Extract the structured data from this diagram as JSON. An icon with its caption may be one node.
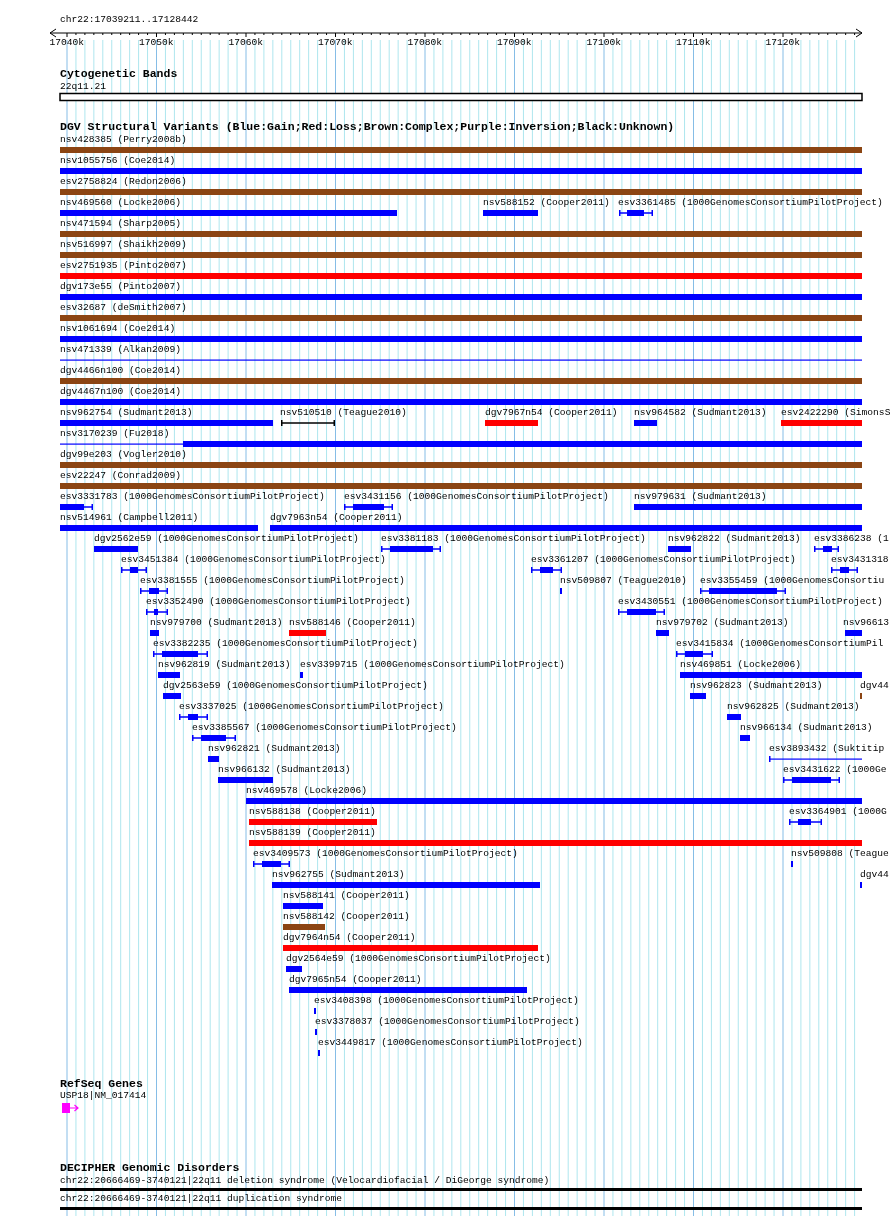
{
  "diagram": {
    "labels": [
      "chr22:17039211..17128442",
      "17040k",
      "17050k",
      "17060k",
      "17070k",
      "17080k",
      "17090k",
      "17100k",
      "17110k",
      "17120k",
      "Cytogenetic Bands",
      "22q11.21",
      "DGV Structural Variants (Blue:Gain;Red:Loss;Brown:Complex;Purple:Inversion;Black:Unknown)",
      "nsv428385 (Perry2008b)",
      "nsv1055756 (Coe2014)",
      "esv2758824 (Redon2006)",
      "nsv469560 (Locke2006)",
      "nsv588152 (Cooper2011)",
      "esv3361485 (1000GenomesConsortiumPilotProject)",
      "nsv471594 (Sharp2005)",
      "nsv516997 (Shaikh2009)",
      "esv2751935 (Pinto2007)",
      "dgv173e55 (Pinto2007)",
      "esv32687 (deSmith2007)",
      "nsv1061694 (Coe2014)",
      "nsv471339 (Alkan2009)",
      "dgv4466n100 (Coe2014)",
      "dgv4467n100 (Coe2014)",
      "nsv962754 (Sudmant2013)",
      "nsv510510 (Teague2010)",
      "dgv7967n54 (Cooper2011)",
      "nsv964582 (Sudmant2013)",
      "esv2422290 (SimonsS",
      "nsv3170239 (Fu2018)",
      "dgv99e203 (Vogler2010)",
      "esv22247 (Conrad2009)",
      "esv3331783 (1000GenomesConsortiumPilotProject)",
      "esv3431156 (1000GenomesConsortiumPilotProject)",
      "nsv979631 (Sudmant2013)",
      "nsv514961 (Campbell2011)",
      "dgv7963n54 (Cooper2011)",
      "dgv2562e59 (1000GenomesConsortiumPilotProject)",
      "esv3381183 (1000GenomesConsortiumPilotProject)",
      "nsv962822 (Sudmant2013)",
      "esv3386238 (1",
      "esv3451384 (1000GenomesConsortiumPilotProject)",
      "esv3361207 (1000GenomesConsortiumPilotProject)",
      "esv3431318",
      "esv3381555 (1000GenomesConsortiumPilotProject)",
      "nsv509807 (Teague2010)",
      "esv3355459 (1000GenomesConsortiu",
      "esv3352490 (1000GenomesConsortiumPilotProject)",
      "esv3430551 (1000GenomesConsortiumPilotProject)",
      "nsv979700 (Sudmant2013)",
      "nsv588146 (Cooper2011)",
      "nsv979702 (Sudmant2013)",
      "nsv96613",
      "esv3382235 (1000GenomesConsortiumPilotProject)",
      "esv3415834 (1000GenomesConsortiumPil",
      "nsv962819 (Sudmant2013)",
      "esv3399715 (1000GenomesConsortiumPilotProject)",
      "nsv469851 (Locke2006)",
      "dgv2563e59 (1000GenomesConsortiumPilotProject)",
      "nsv962823 (Sudmant2013)",
      "dgv44",
      "esv3337025 (1000GenomesConsortiumPilotProject)",
      "nsv962825 (Sudmant2013)",
      "esv3385567 (1000GenomesConsortiumPilotProject)",
      "nsv966134 (Sudmant2013)",
      "nsv962821 (Sudmant2013)",
      "esv3893432 (Suktitip",
      "nsv966132 (Sudmant2013)",
      "esv3431622 (1000Ge",
      "nsv469578 (Locke2006)",
      "nsv588138 (Cooper2011)",
      "esv3364901 (1000G",
      "nsv588139 (Cooper2011)",
      "esv3409573 (1000GenomesConsortiumPilotProject)",
      "nsv509808 (Teague",
      "nsv962755 (Sudmant2013)",
      "dgv44",
      "nsv588141 (Cooper2011)",
      "nsv588142 (Cooper2011)",
      "dgv7964n54 (Cooper2011)",
      "dgv2564e59 (1000GenomesConsortiumPilotProject)",
      "dgv7965n54 (Cooper2011)",
      "esv3408398 (1000GenomesConsortiumPilotProject)",
      "esv3378037 (1000GenomesConsortiumPilotProject)",
      "esv3449817 (1000GenomesConsortiumPilotProject)",
      "RefSeq Genes",
      "USP18|NM_017414",
      "DECIPHER Genomic Disorders",
      "chr22:20666469-3740121|22q11 deletion syndrome (Velocardiofacial / DiGeorge syndrome)",
      "chr22:20666469-3740121|22q11 duplication syndrome"
    ]
  }
}
